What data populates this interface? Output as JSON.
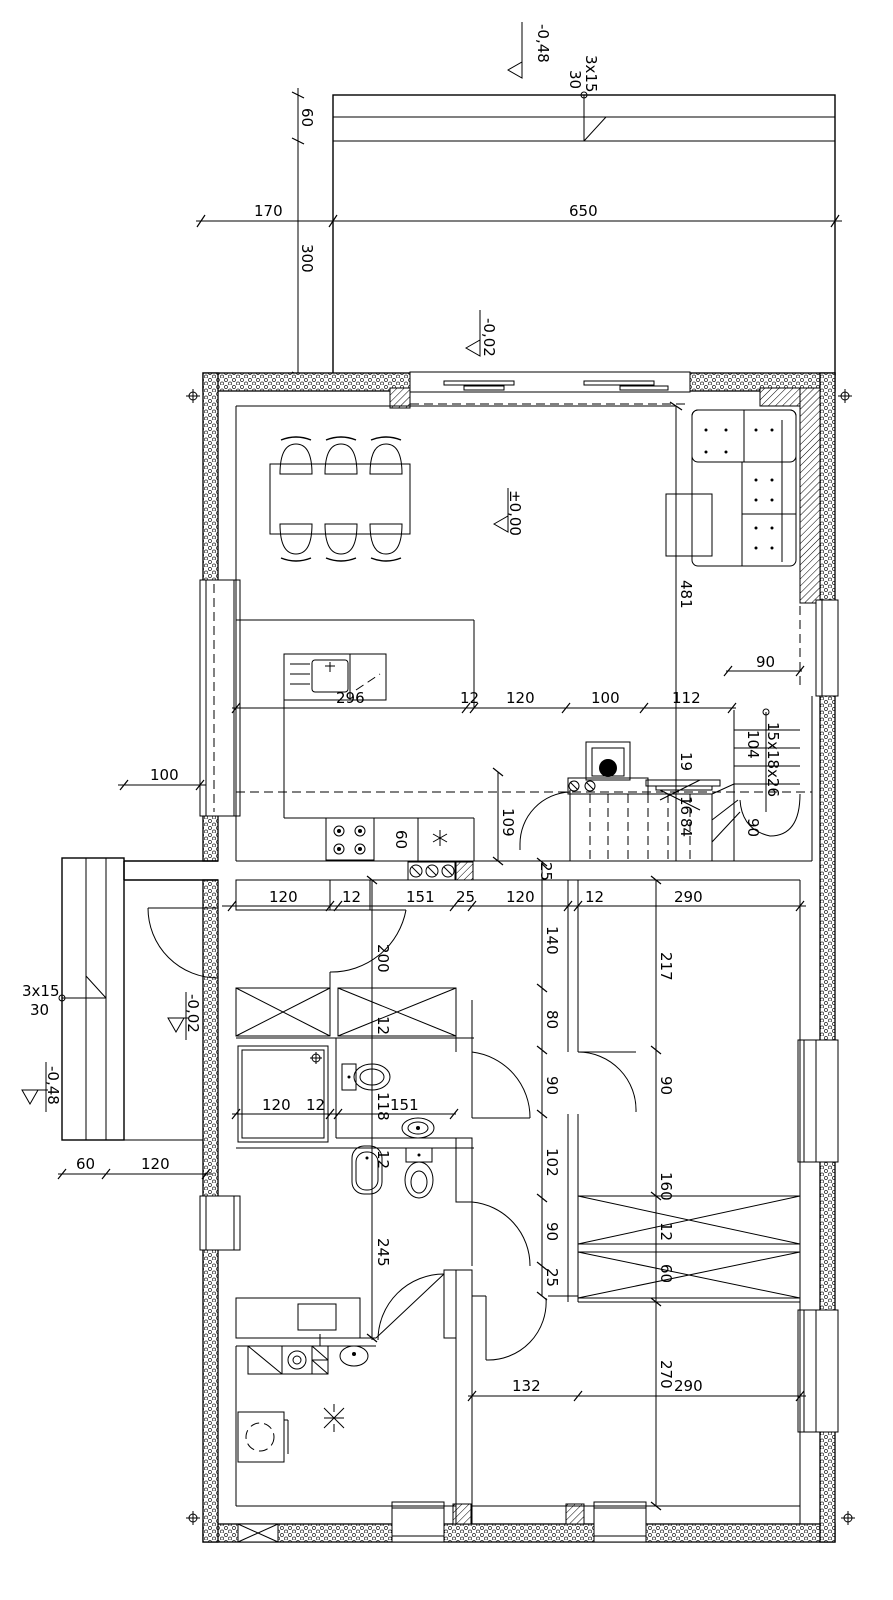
{
  "levels": {
    "terrace_outer": "-0,48",
    "terrace_inner": "-0,02",
    "floor": "±0,00",
    "entry_inner": "-0,02",
    "entry_outer": "-0,48"
  },
  "stairs": {
    "terrace_steps": "3x15",
    "terrace_tread": "30",
    "entry_steps": "3x15",
    "entry_tread": "30",
    "interior_steps": "15x18x26"
  },
  "dimensions": {
    "terrace_depth": "60",
    "terrace_width": "300",
    "offset_left": "170",
    "terrace_length": "650",
    "kitchen_span": "296",
    "d12a": "12",
    "d120a": "120",
    "d100a": "100",
    "d112": "112",
    "d481": "481",
    "d90a": "90",
    "d19": "19",
    "d104": "104",
    "d16": "16",
    "d84": "84",
    "d90b": "90",
    "d109": "109",
    "d60a": "60",
    "d100b": "100",
    "d25a": "25",
    "d120b": "120",
    "d12b": "12",
    "d151a": "151",
    "d25b": "25",
    "d120c": "120",
    "d12c": "12",
    "d290a": "290",
    "d200": "200",
    "d140": "140",
    "d217": "217",
    "d80": "80",
    "d12d": "12",
    "d120d": "120",
    "d12e": "12",
    "d118": "118",
    "d151b": "151",
    "d90c": "90",
    "d90d": "90",
    "d12f": "12",
    "d102": "102",
    "d160": "160",
    "d12g": "12",
    "d60b": "60",
    "d120e": "120",
    "d245": "245",
    "d90e": "90",
    "d25c": "25",
    "d60c": "60",
    "d132": "132",
    "d270": "270",
    "d290b": "290"
  }
}
